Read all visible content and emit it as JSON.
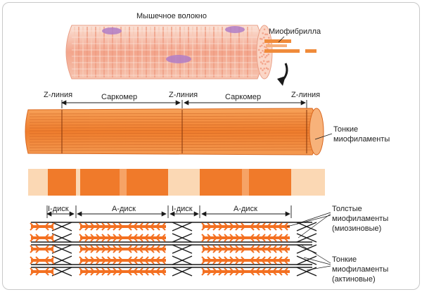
{
  "labels": {
    "muscle_fiber": "Мышечное волокно",
    "myofibril": "Миофибрилла",
    "z_line": "Z-линия",
    "sarcomere": "Саркомер",
    "thin_myofilaments": [
      "Тонкие",
      "миофиламенты"
    ],
    "i_disc": "I-диск",
    "a_disc": "А-диск",
    "thick_myofilaments": [
      "Толстые",
      "миофиламенты",
      "(миозиновые)"
    ],
    "thin_myofilaments_actin": [
      "Тонкие",
      "миофиламенты",
      "(актиновые)"
    ]
  },
  "colors": {
    "fiber_pink": "#f3a58c",
    "fiber_light": "#fbd6c6",
    "myofibril_orange": "#f08b3a",
    "band_dark": "#f07a2a",
    "band_light": "#fbd8b4",
    "nucleus": "#b07cc6",
    "line": "#1a1a1a",
    "myosin": "#f37021"
  }
}
